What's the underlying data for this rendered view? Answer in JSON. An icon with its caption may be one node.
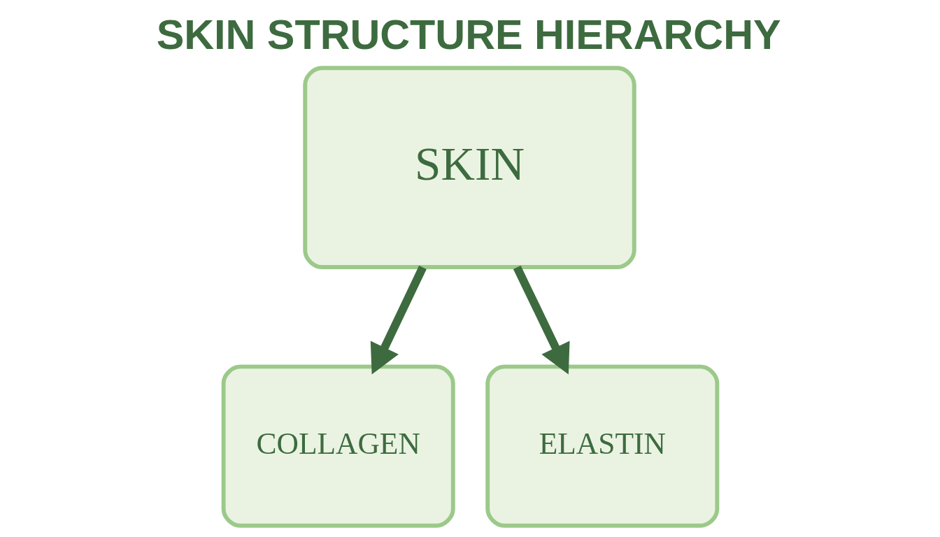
{
  "diagram": {
    "title": "SKIN STRUCTURE HIERARCHY",
    "nodes": [
      {
        "text": [
          "SKIN"
        ]
      },
      {
        "text": [
          "COLLAGEN"
        ]
      },
      {
        "text": [
          "ELASTIN"
        ]
      }
    ],
    "edges": [
      {
        "from": 0,
        "to": 1,
        "arrow": "to"
      },
      {
        "from": 0,
        "to": 2,
        "arrow": "to"
      }
    ]
  }
}
